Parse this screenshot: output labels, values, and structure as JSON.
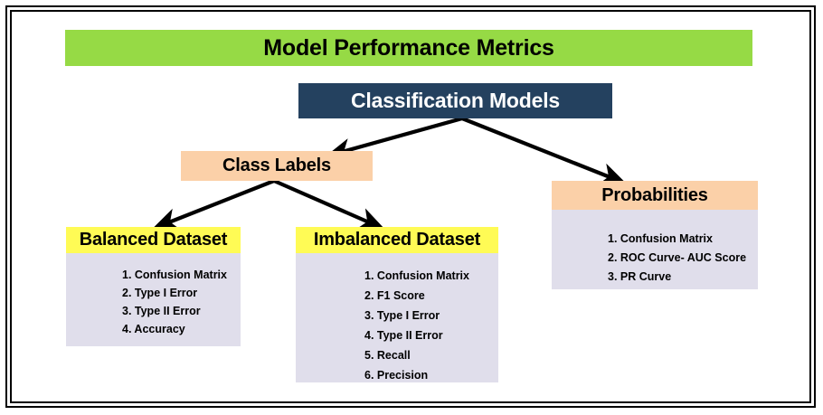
{
  "diagram": {
    "root": {
      "label": "Model Performance Metrics",
      "color": "#96DA45"
    },
    "classification": {
      "label": "Classification Models",
      "color": "#24415F",
      "text_color": "#FFFFFF"
    },
    "branches": {
      "class_labels": {
        "label": "Class Labels",
        "color": "#FBD0A8"
      },
      "probabilities": {
        "label": "Probabilities",
        "header_color": "#FBD0A8",
        "body_color": "#E0DEEB",
        "items": [
          "1. Confusion Matrix",
          "2. ROC Curve- AUC Score",
          "3. PR Curve"
        ]
      },
      "balanced": {
        "label": "Balanced Dataset",
        "header_color": "#FFFB55",
        "body_color": "#E0DEEB",
        "items": [
          "1. Confusion Matrix",
          "2. Type I Error",
          "3. Type II Error",
          "4. Accuracy"
        ]
      },
      "imbalanced": {
        "label": "Imbalanced Dataset",
        "header_color": "#FFFB55",
        "body_color": "#E0DEEB",
        "items": [
          "1. Confusion Matrix",
          "2. F1 Score",
          "3. Type I Error",
          "4. Type II Error",
          "5. Recall",
          "6. Precision"
        ]
      }
    },
    "arrows": [
      {
        "name": "classification-to-class-labels",
        "from": "classification",
        "to": "class_labels"
      },
      {
        "name": "classification-to-probabilities",
        "from": "classification",
        "to": "probabilities"
      },
      {
        "name": "class-labels-to-balanced",
        "from": "class_labels",
        "to": "balanced"
      },
      {
        "name": "class-labels-to-imbalanced",
        "from": "class_labels",
        "to": "imbalanced"
      }
    ]
  }
}
